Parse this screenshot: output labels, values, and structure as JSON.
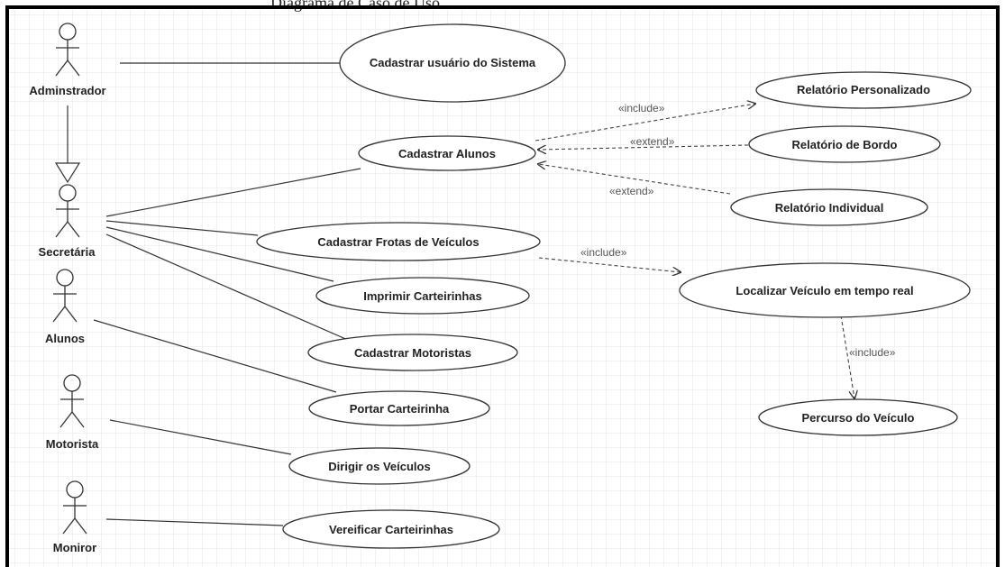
{
  "caption": "Diagrama de Caso de Uso",
  "actors": {
    "admin": "Adminstrador",
    "secretaria": "Secretária",
    "alunos": "Alunos",
    "motorista": "Motorista",
    "monitor": "Moniror"
  },
  "use_cases": {
    "cadastrar_usuario": "Cadastrar usuário do Sistema",
    "relatorio_personalizado": "Relatório Personalizado",
    "cadastrar_alunos": "Cadastrar Alunos",
    "relatorio_bordo": "Relatório de Bordo",
    "relatorio_individual": "Relatório Individual",
    "cadastrar_frotas": "Cadastrar Frotas de Veículos",
    "localizar_veiculo": "Localizar Veículo em tempo real",
    "imprimir_carteirinhas": "Imprimir Carteirinhas",
    "cadastrar_motoristas": "Cadastrar Motoristas",
    "percurso_veiculo": "Percurso do Veículo",
    "portar_carteirinha": "Portar Carteirinha",
    "dirigir_veiculos": "Dirigir os Veículos",
    "verificar_carteirinhas": "Vereificar Carteirinhas"
  },
  "relations": {
    "include_personalizado": "«include»",
    "extend_bordo": "«extend»",
    "extend_individual": "«extend»",
    "include_localizar": "«include»",
    "include_percurso": "«include»"
  },
  "colors": {
    "grid": "#e6e6e6",
    "line": "#333333",
    "border": "#000000"
  }
}
